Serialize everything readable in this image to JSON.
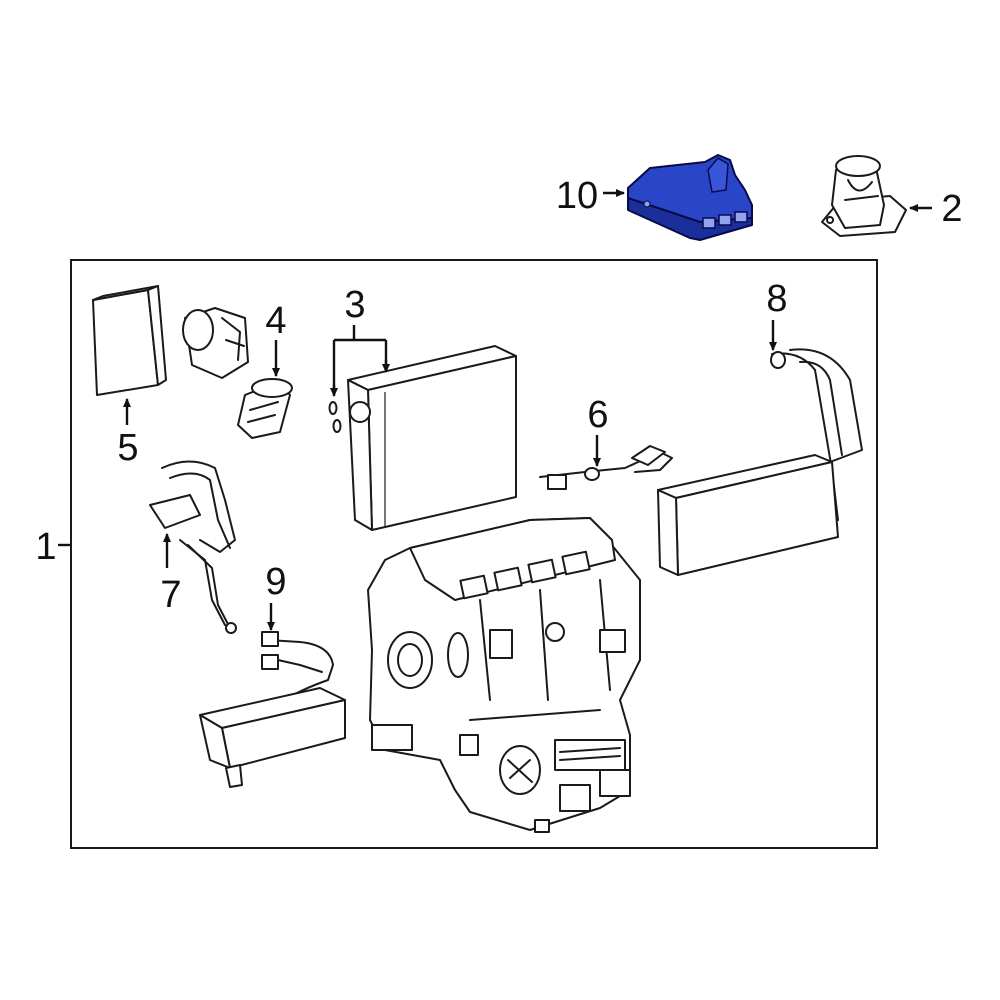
{
  "colors": {
    "highlight": "#2a46c8",
    "highlight_dark": "#1b2f9a",
    "line": "#1a1a1a",
    "background": "#ffffff"
  },
  "callouts": {
    "c1": "1",
    "c2": "2",
    "c3": "3",
    "c4": "4",
    "c5": "5",
    "c6": "6",
    "c7": "7",
    "c8": "8",
    "c9": "9",
    "c10": "10"
  },
  "highlighted_part": "10"
}
